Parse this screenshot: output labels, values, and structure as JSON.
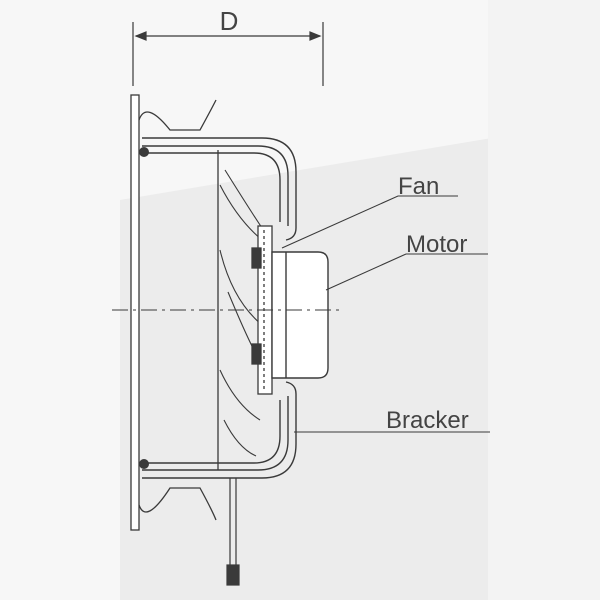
{
  "diagram": {
    "dimension_label": "D",
    "labels": {
      "fan": "Fan",
      "motor": "Motor",
      "bracket": "Bracker"
    },
    "colors": {
      "line": "#3a3a3a",
      "label": "#444444",
      "background": "#f7f7f7"
    }
  }
}
